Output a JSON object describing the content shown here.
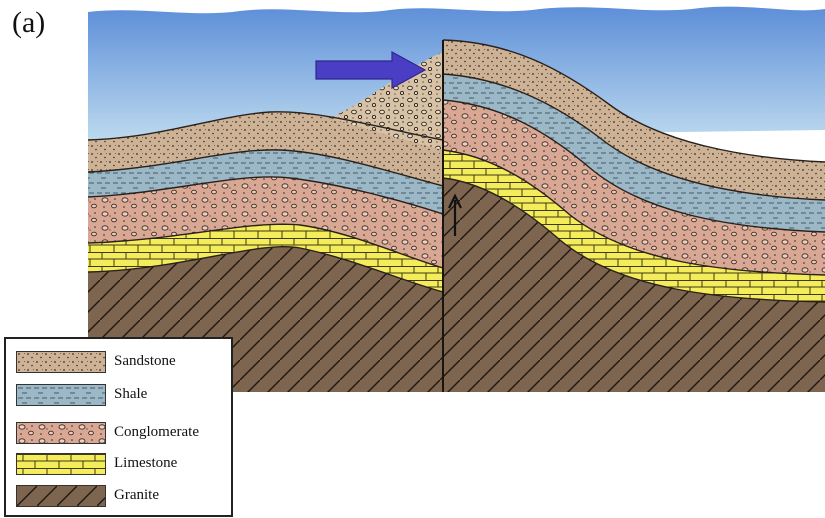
{
  "panel_label": "(a)",
  "legend": {
    "items": [
      {
        "label": "Sandstone",
        "pattern": "sandstone-swatch"
      },
      {
        "label": "Shale",
        "pattern": "shale-swatch"
      },
      {
        "label": "Conglomerate",
        "pattern": "conglomerate-swatch"
      },
      {
        "label": "Limestone",
        "pattern": "limestone-swatch"
      },
      {
        "label": "Granite",
        "pattern": "granite-swatch"
      }
    ]
  },
  "colors": {
    "sky": "#7fb3e6",
    "sandstone": "#cdb296",
    "shale": "#9cb8c7",
    "conglomerate": "#d8a894",
    "limestone": "#f4ec5a",
    "granite": "#7d6550",
    "arrow": "#4a3fc4"
  },
  "icons": {
    "thrust_arrow": "arrow-right-icon",
    "uplift_arrow": "arrow-up-icon"
  }
}
